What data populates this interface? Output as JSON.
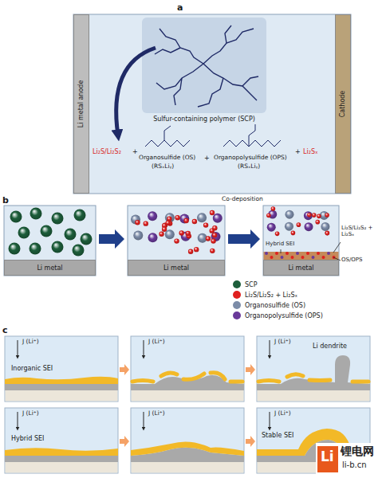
{
  "diagram": {
    "nodes": [
      {
        "text": [
          "Li metal anode"
        ]
      },
      {
        "text": [
          "Cathode"
        ]
      },
      {
        "text": [
          "Li metal"
        ]
      },
      {
        "text": [
          "Li metal"
        ]
      },
      {
        "text": [
          "Li metal"
        ]
      }
    ],
    "labels": [
      "a",
      "Sulfur-containing polymer (SCP)",
      "Li₂S/Li₂S₂",
      "+",
      "Organosulfide (OS)",
      "(RSₓLiᵧ)",
      "+",
      "Organopolysulfide (OPS)",
      "(RSₓLiᵧ)",
      "+",
      "Li₂Sₓ",
      "b",
      "Co-deposition",
      "Hybrid SEI",
      "Li₂S/Li₂S₂ + Li₂Sₓ",
      "OS/OPS",
      "c",
      "J (Li⁺)",
      "J (Li⁺)",
      "J (Li⁺)",
      "J (Li⁺)",
      "J (Li⁺)",
      "J (Li⁺)",
      "Inorganic SEI",
      "Li dendrite",
      "Hybrid SEI",
      "Stable SEI",
      "Li",
      "锂电网",
      "li-b.cn"
    ],
    "legend": [
      {
        "text": "SCP",
        "color": "#1d5e3b"
      },
      {
        "text": "Li₂S/Li₂S₂ + Li₂Sₓ",
        "color": "#e0201f"
      },
      {
        "text": "Organosulfide (OS)",
        "color": "#7c8ca8"
      },
      {
        "text": "Organopolysulfide (OPS)",
        "color": "#6a3a9a"
      }
    ]
  }
}
